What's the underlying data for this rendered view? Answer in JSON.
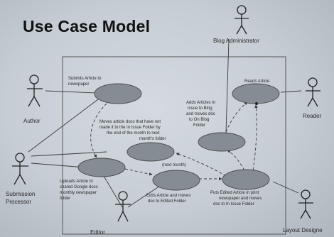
{
  "slide": {
    "title": "Use Case Model"
  },
  "actors": {
    "author": "Author",
    "submission_processor": [
      "Submission",
      "Processor"
    ],
    "editor": "Editor",
    "blog_administrator": "Blog Administrator",
    "reader": "Reader",
    "layout_designer": "Layout Designe"
  },
  "use_cases": {
    "submit_article": [
      "Submits Article to",
      "newspaper"
    ],
    "move_docs": [
      "Moves article docs that have not",
      "made it to the In Issue Folder by",
      "the end of the month to next",
      "month's folder"
    ],
    "upload_article": [
      "Uploads Article to",
      "shared Google docs",
      "monthly newspaper",
      "folder"
    ],
    "edit_article": [
      "Edits Article and moves",
      "doc to Edited Folder"
    ],
    "add_to_blog": [
      "Adds Articles In",
      "Issue to Blog",
      "and moves doc",
      "to On Blog",
      "Folder"
    ],
    "read_article": "Reads Article",
    "put_in_print": [
      "Puts Edited Article in print",
      "newspaper and moves",
      "doc to In Issue Folder"
    ]
  },
  "relations": {
    "next_month": "(next month)"
  },
  "colors": {
    "ellipse_fill": "#858c93",
    "line": "#3a3a3a",
    "boundary": "#555555"
  }
}
